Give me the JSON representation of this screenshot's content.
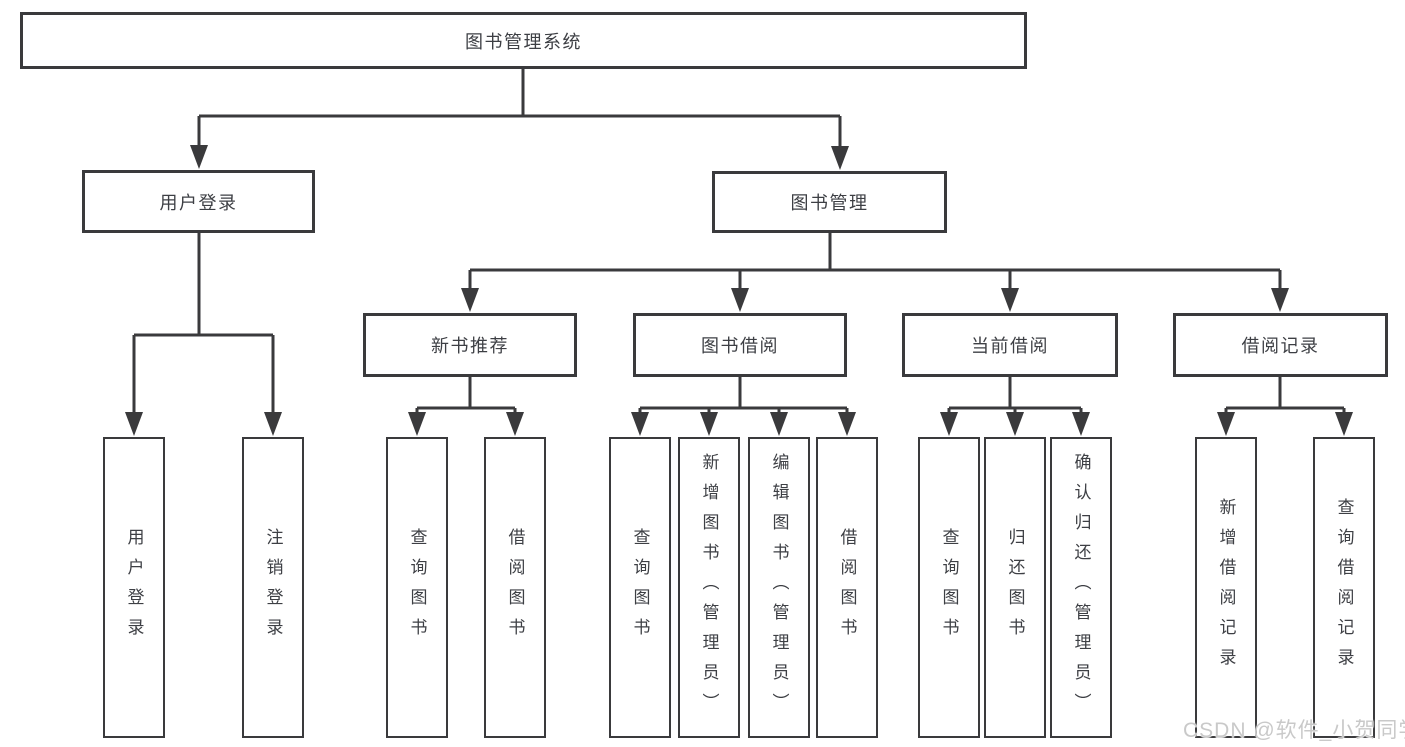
{
  "diagram": {
    "title": {
      "label": "图书管理系统"
    },
    "level2": [
      {
        "id": "user-login",
        "label": "用户登录"
      },
      {
        "id": "book-management",
        "label": "图书管理"
      }
    ],
    "level3": [
      {
        "id": "new-book-recommendation",
        "parent": "book-management",
        "label": "新书推荐"
      },
      {
        "id": "book-borrowing",
        "parent": "book-management",
        "label": "图书借阅"
      },
      {
        "id": "current-borrowing",
        "parent": "book-management",
        "label": "当前借阅"
      },
      {
        "id": "borrowing-records",
        "parent": "book-management",
        "label": "借阅记录"
      }
    ],
    "leaves": [
      {
        "parent": "user-login",
        "label": "用户登录"
      },
      {
        "parent": "user-login",
        "label": "注销登录"
      },
      {
        "parent": "new-book-recommendation",
        "label": "查询图书"
      },
      {
        "parent": "new-book-recommendation",
        "label": "借阅图书"
      },
      {
        "parent": "book-borrowing",
        "label": "查询图书"
      },
      {
        "parent": "book-borrowing",
        "label": "新增图书（管理员）"
      },
      {
        "parent": "book-borrowing",
        "label": "编辑图书（管理员）"
      },
      {
        "parent": "book-borrowing",
        "label": "借阅图书"
      },
      {
        "parent": "current-borrowing",
        "label": "查询图书"
      },
      {
        "parent": "current-borrowing",
        "label": "归还图书"
      },
      {
        "parent": "current-borrowing",
        "label": "确认归还（管理员）"
      },
      {
        "parent": "borrowing-records",
        "label": "新增借阅记录"
      },
      {
        "parent": "borrowing-records",
        "label": "查询借阅记录"
      }
    ]
  },
  "watermark": {
    "text": "CSDN @软件_小贺同学"
  },
  "colors": {
    "line": "#3a3a3c",
    "box_border": "#3a3a3c",
    "text": "#3d3f44",
    "background": "#ffffff",
    "watermark": "#c9c9c9"
  }
}
